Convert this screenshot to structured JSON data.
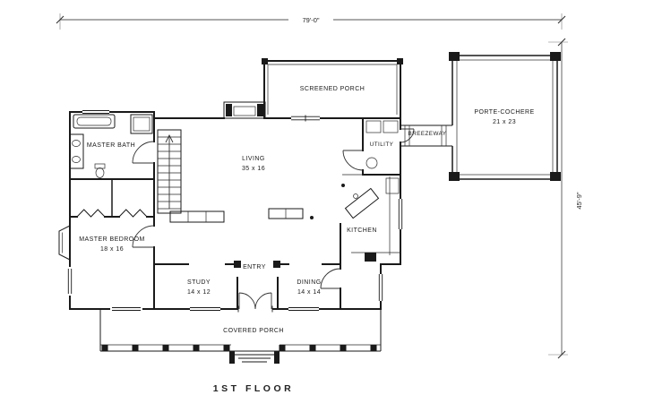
{
  "title": "1ST FLOOR",
  "dimensions": {
    "overall_width": "79'-0\"",
    "overall_depth": "45'-9\""
  },
  "rooms": {
    "screened_porch": {
      "name": "SCREENED PORCH"
    },
    "porte_cochere": {
      "name": "PORTE-COCHERE",
      "size": "21 x 23"
    },
    "breezeway": {
      "name": "BREEZEWAY"
    },
    "utility": {
      "name": "UTILITY"
    },
    "master_bath": {
      "name": "MASTER BATH"
    },
    "living": {
      "name": "LIVING",
      "size": "35 x 16"
    },
    "kitchen": {
      "name": "KITCHEN"
    },
    "master_bedroom": {
      "name": "MASTER BEDROOM",
      "size": "18 x 16"
    },
    "entry": {
      "name": "ENTRY"
    },
    "study": {
      "name": "STUDY",
      "size": "14 x 12"
    },
    "dining": {
      "name": "DINING",
      "size": "14 x 14"
    },
    "covered_porch": {
      "name": "COVERED PORCH"
    }
  },
  "colors": {
    "ink": "#1a1a1a",
    "paper": "#ffffff"
  }
}
